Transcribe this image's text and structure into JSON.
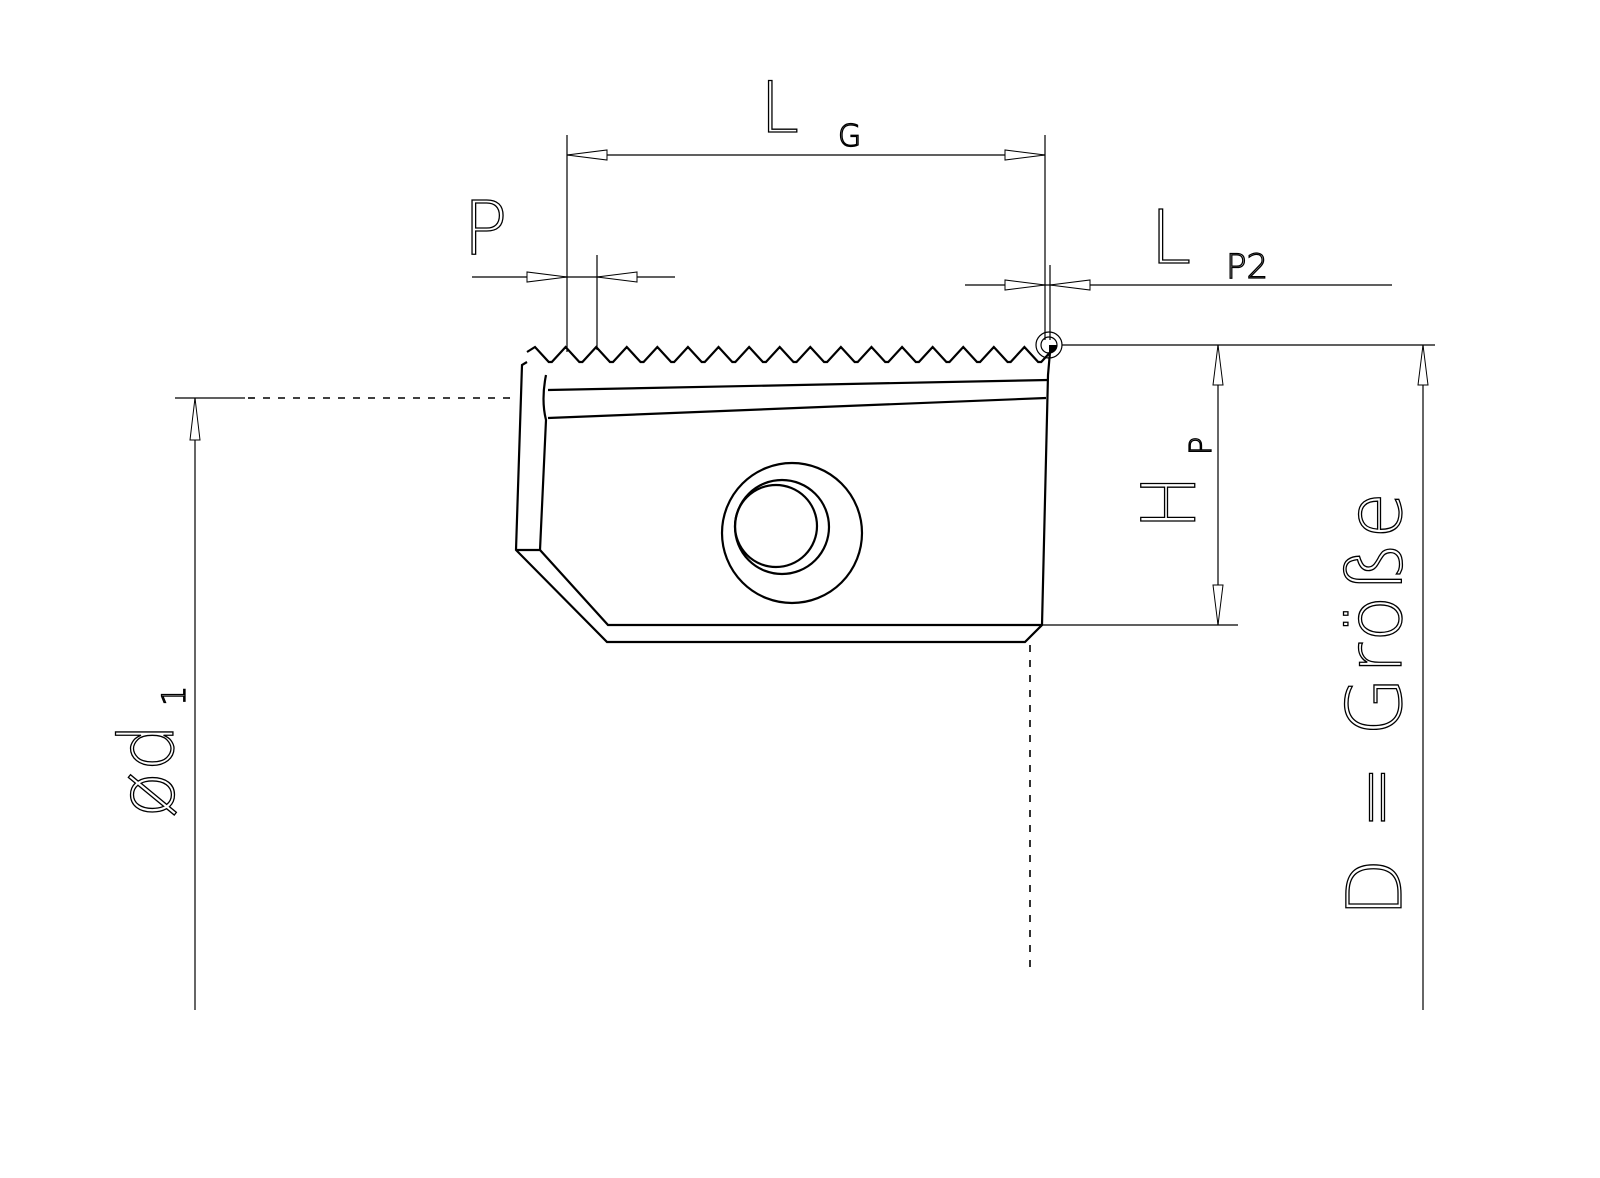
{
  "labels": {
    "lg_main": "L",
    "lg_sub": "G",
    "p_main": "P",
    "lp2_main": "L",
    "lp2_sub": "P2",
    "hp_main": "H",
    "hp_sub": "P",
    "d1_main": "ød",
    "d1_sub": "1",
    "d_label": "D = Größe"
  },
  "thread": {
    "tooth_count": 17
  }
}
